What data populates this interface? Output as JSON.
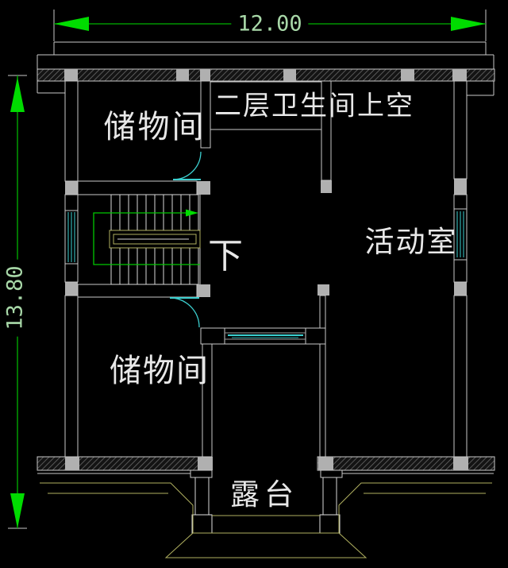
{
  "dimensions": {
    "width_label": "12.00",
    "depth_label": "13.80"
  },
  "labels": {
    "storage_top": "储物间",
    "bathroom_void": "二层卫生间上空",
    "activity_room": "活动室",
    "stairs_down": "下",
    "storage_bottom": "储物间",
    "terrace": "露台"
  },
  "colors": {
    "background": "#000000",
    "wall_line": "#c8c8c8",
    "column_fill": "#b0b0b0",
    "dimension_green": "#00b400",
    "arrow_green": "#00dc00",
    "dimension_text_green": "#a8d8a8",
    "fixture_cyan": "#3ccfcf",
    "detail_olive": "#b0b060",
    "path_green": "#00c800",
    "label_white": "#e8e8e8"
  }
}
